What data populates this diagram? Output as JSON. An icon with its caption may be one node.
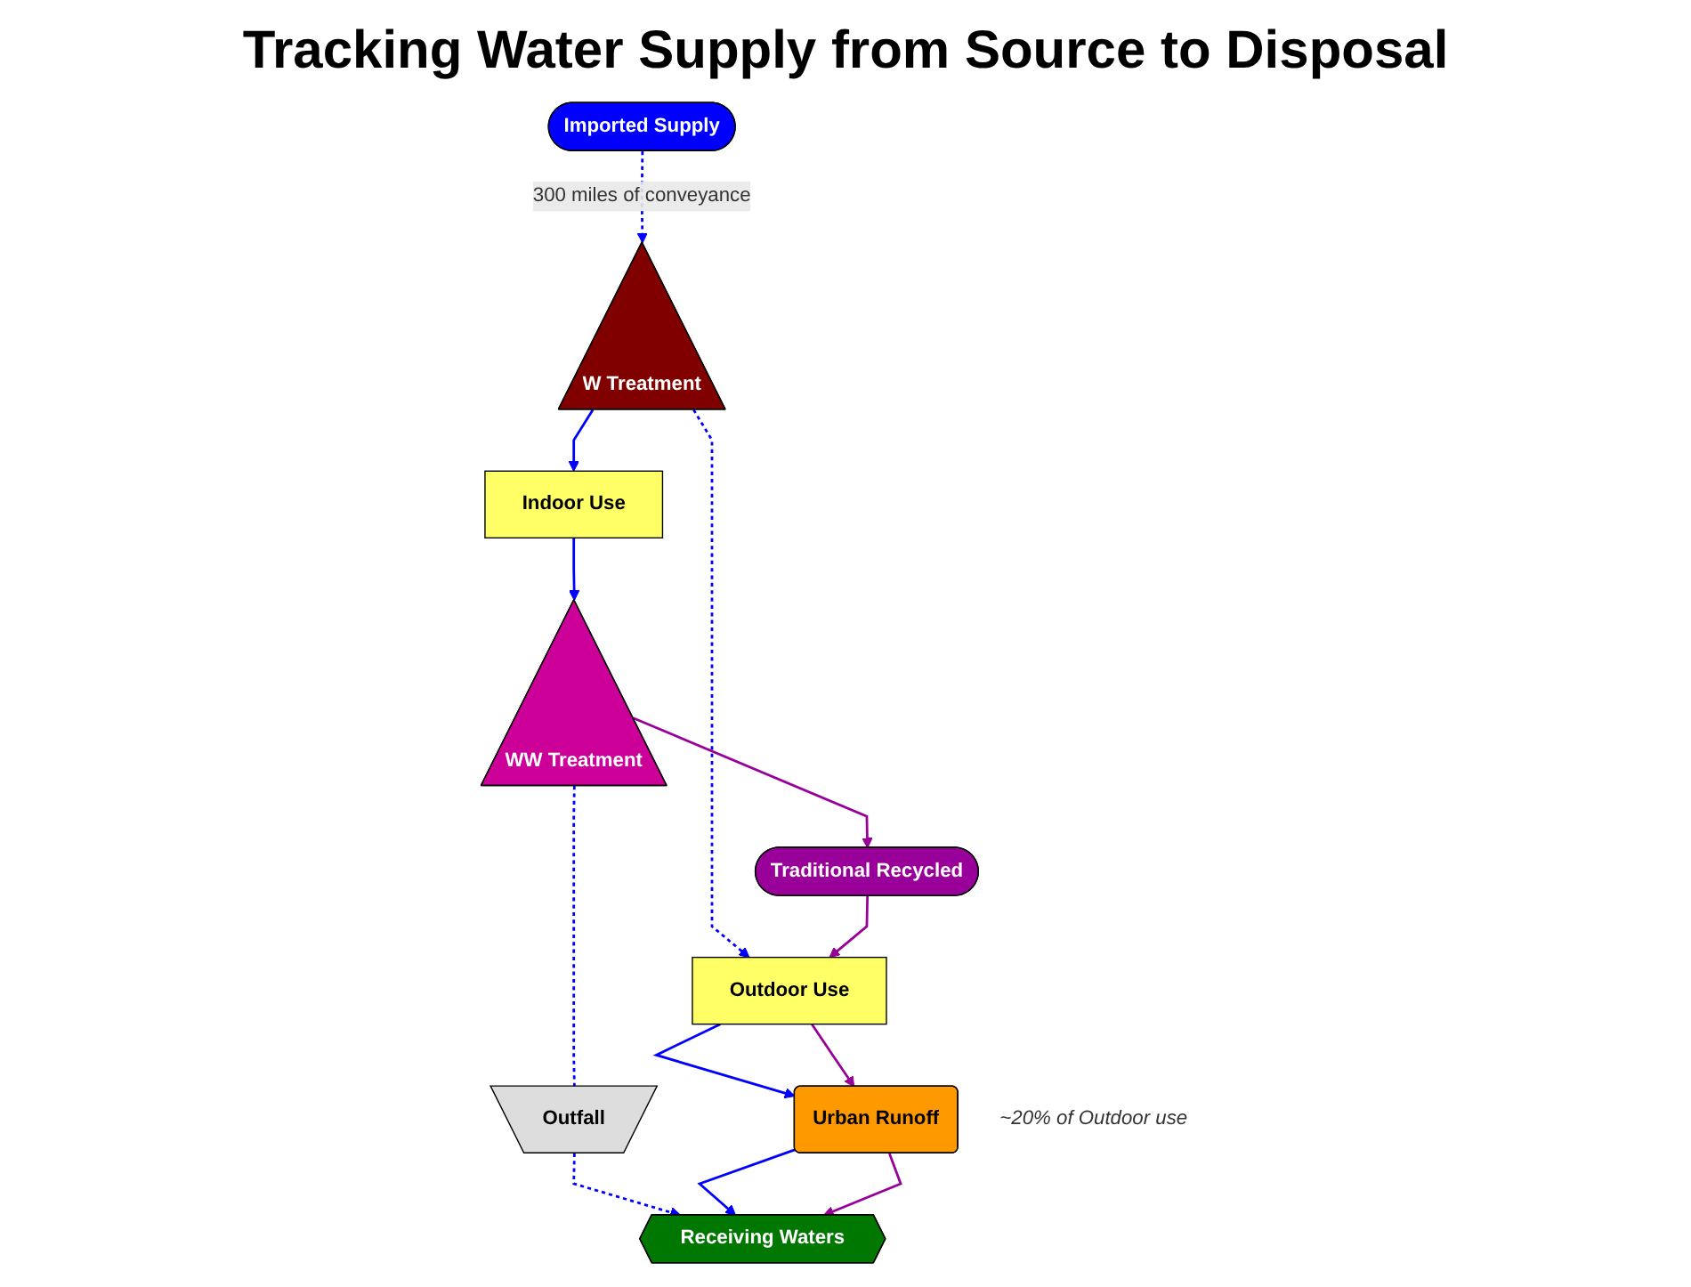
{
  "diagram": {
    "title": "Tracking Water Supply from Source to Disposal",
    "nodes": [
      {
        "text": [
          "Imported Supply"
        ]
      },
      {
        "text": [
          "W Treatment"
        ]
      },
      {
        "text": [
          "Indoor Use"
        ]
      },
      {
        "text": [
          "Outdoor Use"
        ]
      },
      {
        "text": [
          "WW Treatment"
        ]
      },
      {
        "text": [
          "Traditional Recycled"
        ]
      },
      {
        "text": [
          "Urban Runoff"
        ],
        "beside": [
          "~20% of Outdoor use"
        ]
      },
      {
        "text": [
          "Outfall"
        ]
      },
      {
        "text": [
          "Receiving Waters"
        ]
      }
    ],
    "edges": [
      {
        "from": 0,
        "to": 1,
        "arrow": "to",
        "style": "dashed",
        "label": "300 miles of conveyance"
      },
      {
        "from": 1,
        "to": 2,
        "arrow": "to"
      },
      {
        "from": 1,
        "to": 3,
        "arrow": "to",
        "style": "dashed"
      },
      {
        "from": 2,
        "to": 4,
        "arrow": "to"
      },
      {
        "from": 4,
        "to": 5,
        "arrow": "to",
        "color": "#990099"
      },
      {
        "from": 5,
        "to": 3,
        "arrow": "to",
        "color": "#990099"
      },
      {
        "from": 3,
        "to": 6,
        "arrow": "to"
      },
      {
        "from": 3,
        "to": 6,
        "arrow": "to",
        "color": "#990099"
      },
      {
        "from": 4,
        "to": 7,
        "arrow": "none",
        "style": "dashed"
      },
      {
        "from": 7,
        "to": 8,
        "arrow": "to",
        "style": "dashed"
      },
      {
        "from": 6,
        "to": 8,
        "arrow": "to"
      },
      {
        "from": 6,
        "to": 8,
        "arrow": "to",
        "color": "#990099"
      }
    ]
  }
}
